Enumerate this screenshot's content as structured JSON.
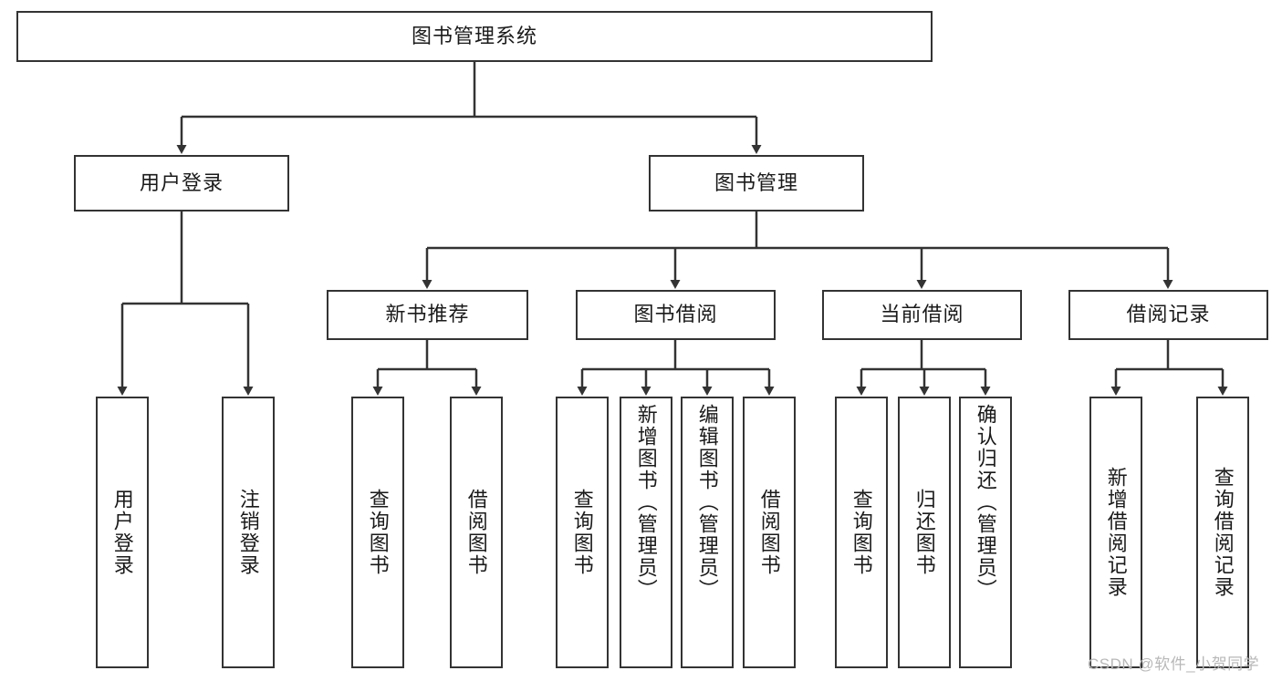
{
  "diagram": {
    "title": "图书管理系统",
    "root": {
      "label": "图书管理系统"
    },
    "level2": [
      {
        "label": "用户登录"
      },
      {
        "label": "图书管理"
      }
    ],
    "level3": [
      {
        "label": "新书推荐"
      },
      {
        "label": "图书借阅"
      },
      {
        "label": "当前借阅"
      },
      {
        "label": "借阅记录"
      }
    ],
    "leaves": {
      "user_login": [
        {
          "label": "用户登录"
        },
        {
          "label": "注销登录"
        }
      ],
      "new_book_recommend": [
        {
          "label": "查询图书"
        },
        {
          "label": "借阅图书"
        }
      ],
      "book_borrow": [
        {
          "label": "查询图书"
        },
        {
          "label": "新增图书（管理员）"
        },
        {
          "label": "编辑图书（管理员）"
        },
        {
          "label": "借阅图书"
        }
      ],
      "current_borrow": [
        {
          "label": "查询图书"
        },
        {
          "label": "归还图书"
        },
        {
          "label": "确认归还（管理员）"
        }
      ],
      "borrow_record": [
        {
          "label": "新增借阅记录"
        },
        {
          "label": "查询借阅记录"
        }
      ]
    },
    "watermark": "CSDN @软件_小贺同学",
    "colors": {
      "stroke": "#333333",
      "background": "#ffffff",
      "text": "#1a1a1a",
      "watermark": "#b8b8b8"
    }
  }
}
